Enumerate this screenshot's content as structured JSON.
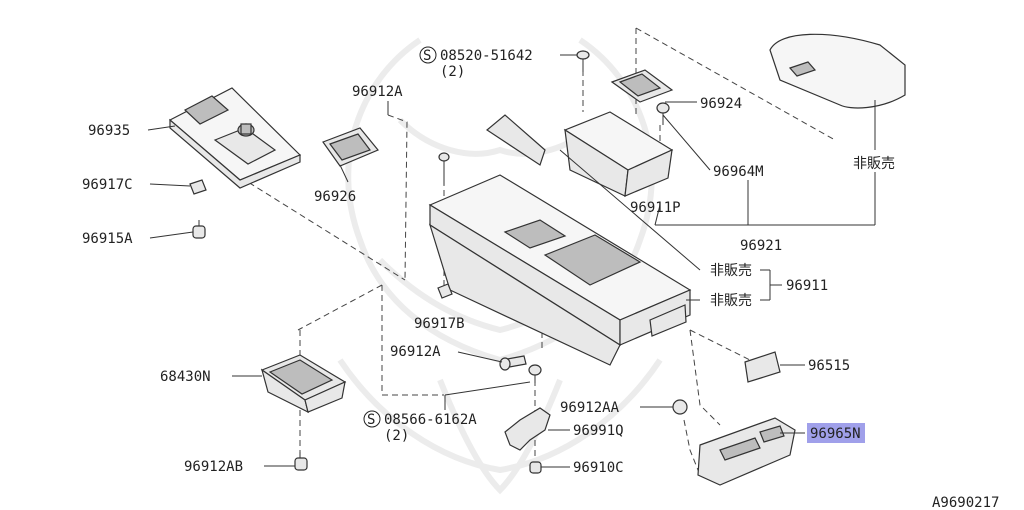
{
  "labels": {
    "p96935": "96935",
    "p96917C": "96917C",
    "p96915A": "96915A",
    "p96926": "96926",
    "p96912A_top": "96912A",
    "s08520": "08520-51642",
    "s08520_qty": "(2)",
    "p96924": "96924",
    "p96964M": "96964M",
    "p96911P": "96911P",
    "not_sold_top": "非販売",
    "p96921": "96921",
    "not_sold_1": "非販売",
    "not_sold_2": "非販売",
    "p96911": "96911",
    "p96917B": "96917B",
    "p96912A_mid": "96912A",
    "p68430N": "68430N",
    "p96515": "96515",
    "s08566": "08566-6162A",
    "s08566_qty": "(2)",
    "p96912AA": "96912AA",
    "p96991Q": "96991Q",
    "p96965N": "96965N",
    "p96912AB": "96912AB",
    "p96910C": "96910C",
    "diagram_id": "A9690217",
    "s_mark": "S"
  },
  "highlight": {
    "part": "96965N",
    "color": "#8f8fe6"
  }
}
